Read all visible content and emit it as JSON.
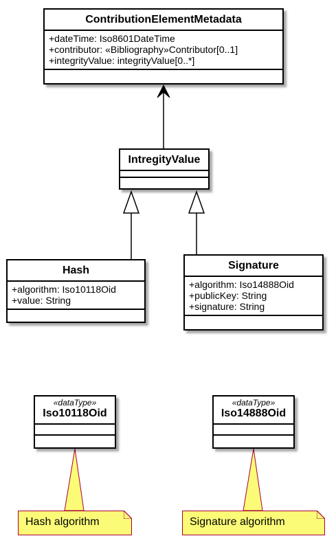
{
  "classes": {
    "contribution": {
      "name": "ContributionElementMetadata",
      "attributes": [
        "+dateTime: Iso8601DateTime",
        "+contributor: «Bibliography»Contributor[0..1]",
        "+integrityValue: integrityValue[0..*]"
      ]
    },
    "integrity": {
      "name": "IntregityValue"
    },
    "hash": {
      "name": "Hash",
      "attributes": [
        "+algorithm: Iso10118Oid",
        "+value: String"
      ]
    },
    "signature": {
      "name": "Signature",
      "attributes": [
        "+algorithm: Iso14888Oid",
        "+publicKey: String",
        "+signature: String"
      ]
    },
    "iso10118": {
      "stereotype": "«dataType»",
      "name": "Iso10118Oid"
    },
    "iso14888": {
      "stereotype": "«dataType»",
      "name": "Iso14888Oid"
    }
  },
  "notes": {
    "hash_note": "Hash algorithm",
    "signature_note": "Signature algorithm"
  },
  "colors": {
    "note_fill": "#fbfb77",
    "note_border": "#a80036",
    "line": "#000000"
  }
}
